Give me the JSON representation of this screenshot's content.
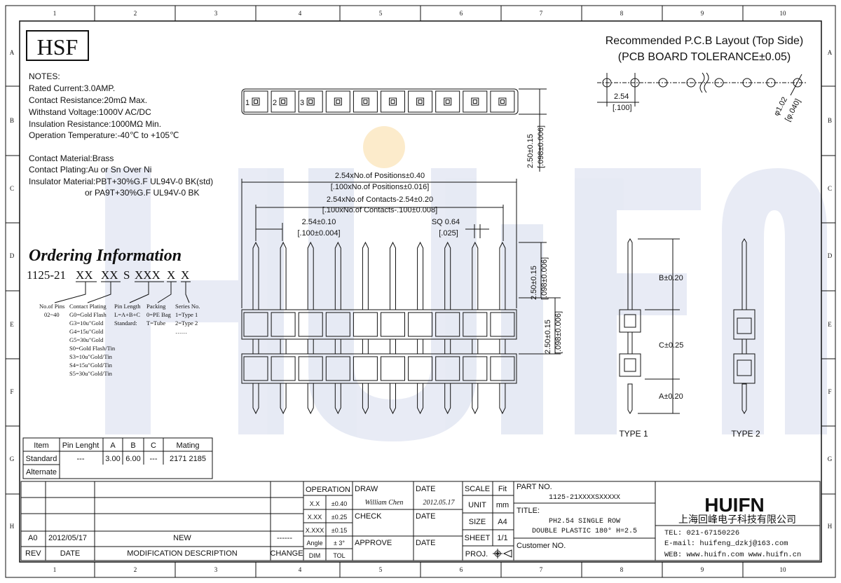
{
  "frame": {
    "columns": [
      "1",
      "2",
      "3",
      "4",
      "5",
      "6",
      "7",
      "8",
      "9",
      "10"
    ],
    "rows": [
      "A",
      "B",
      "C",
      "D",
      "E",
      "F",
      "G",
      "H"
    ]
  },
  "logo": {
    "text": "HSF"
  },
  "watermark": {
    "text": "HUIFN"
  },
  "notes": {
    "heading": "NOTES:",
    "lines": [
      "Rated Current:3.0AMP.",
      "Contact Resistance:20mΩ Max.",
      "Withstand Voltage:1000V AC/DC",
      "Insulation Resistance:1000MΩ Min.",
      "Operation Temperature:-40℃ to +105℃",
      "Contact Material:Brass",
      "Contact Plating:Au or Sn Over Ni",
      "Insulator Material:PBT+30%G.F UL94V-0 BK(std)",
      "or PA9T+30%G.F UL94V-0 BK"
    ]
  },
  "pcb_layout": {
    "title": "Recommended P.C.B Layout (Top Side)",
    "tolerance": "(PCB BOARD TOLERANCE±0.05)",
    "pitch": "2.54",
    "pitch_inch": "[.100]",
    "hole": "φ1.02",
    "hole_inch": "[φ.040]"
  },
  "top_view": {
    "pin_numbers": [
      "1",
      "2",
      "3"
    ]
  },
  "dimensions": {
    "positions": "2.54xNo.of Positions±0.40",
    "positions_inch": "[.100xNo.of Positions±0.016]",
    "contacts": "2.54xNo.of Contacts-2.54±0.20",
    "contacts_inch": "[.100xNo.of Contacts-.100±0.008]",
    "pitch": "2.54±0.10",
    "pitch_inch": "[.100±0.004]",
    "sq": "SQ 0.64",
    "sq_inch": "[.025]",
    "top_height": "2.50±0.15",
    "top_height_inch": "[.098±0.006]",
    "pin_offset": "2.50±0.15",
    "pin_offset_inch": "[.098±0.006]",
    "body_height": "2.50±0.15",
    "body_height_inch": "[.098±0.006]",
    "b": "B±0.20",
    "c": "C±0.25",
    "a": "A±0.20"
  },
  "types": {
    "type1": "TYPE 1",
    "type2": "TYPE 2"
  },
  "ordering": {
    "heading": "Ordering Information",
    "code": [
      "1125-21",
      "XX",
      "XX",
      "S",
      "XXX",
      "X",
      "X"
    ],
    "groups": [
      {
        "title": "No.of Pins",
        "lines": [
          "02~40"
        ]
      },
      {
        "title": "Contact Plating",
        "lines": [
          "G0=Gold Flash",
          "G3=10u\"Gold",
          "G4=15u\"Gold",
          "G5=30u\"Gold",
          "S0=Gold Flash/Tin",
          "S3=10u\"Gold/Tin",
          "S4=15u\"Gold/Tin",
          "S5=30u\"Gold/Tin"
        ]
      },
      {
        "title": "Pin Length",
        "lines": [
          "L=A+B+C",
          "Standard:"
        ]
      },
      {
        "title": "Packing",
        "lines": [
          "0=PE Bag",
          "T=Tube"
        ]
      },
      {
        "title": "Series No.",
        "lines": [
          "1=Type 1",
          "2=Type 2",
          "……"
        ]
      }
    ]
  },
  "pin_table": {
    "headers": [
      "Item",
      "Pin Lenght",
      "A",
      "B",
      "C",
      "Mating"
    ],
    "rows": [
      [
        "Standard",
        "---",
        "3.00",
        "6.00",
        "---",
        "2171  2185"
      ],
      [
        "Alternate",
        "",
        "",
        "",
        "",
        ""
      ]
    ]
  },
  "title_block": {
    "rev_row": {
      "rev": "A0",
      "date": "2012/05/17",
      "desc": "NEW",
      "change": "------"
    },
    "headers": {
      "rev": "REV",
      "date": "DATE",
      "desc": "MODIFICATION  DESCRIPTION",
      "change": "CHANGE"
    },
    "operation": "OPERATION",
    "tolerances": [
      [
        "X.X",
        "±0.40"
      ],
      [
        "X.XX",
        "±0.25"
      ],
      [
        "X.XXX",
        "±0.15"
      ],
      [
        "Angle",
        "± 3°"
      ]
    ],
    "dim": "DIM",
    "tol": "TOL",
    "draw": "DRAW",
    "drawer": "William Chen",
    "draw_date_label": "DATE",
    "draw_date": "2012.05.17",
    "check": "CHECK",
    "check_date": "DATE",
    "approve": "APPROVE",
    "approve_date": "DATE",
    "scale": "SCALE",
    "fit": "Fit",
    "unit": "UNIT",
    "unit_val": "mm",
    "size": "SIZE",
    "size_val": "A4",
    "sheet": "SHEET",
    "sheet_val": "1/1",
    "proj": "PROJ.",
    "part_no_label": "PART NO.",
    "part_no": "1125-21XXXXSXXXXX",
    "title_label": "TITLE:",
    "title_line1": "PH2.54 SINGLE ROW",
    "title_line2": "DOUBLE PLASTIC 180° H=2.5",
    "customer": "Customer NO."
  },
  "company": {
    "brand": "HUIFN",
    "name": "上海回峰电子科技有限公司",
    "tel": "TEL: 021-67150226",
    "email": "E-mail: huifeng_dzkj@163.com",
    "web": "WEB: www.huifn.com  www.huifn.cn"
  }
}
